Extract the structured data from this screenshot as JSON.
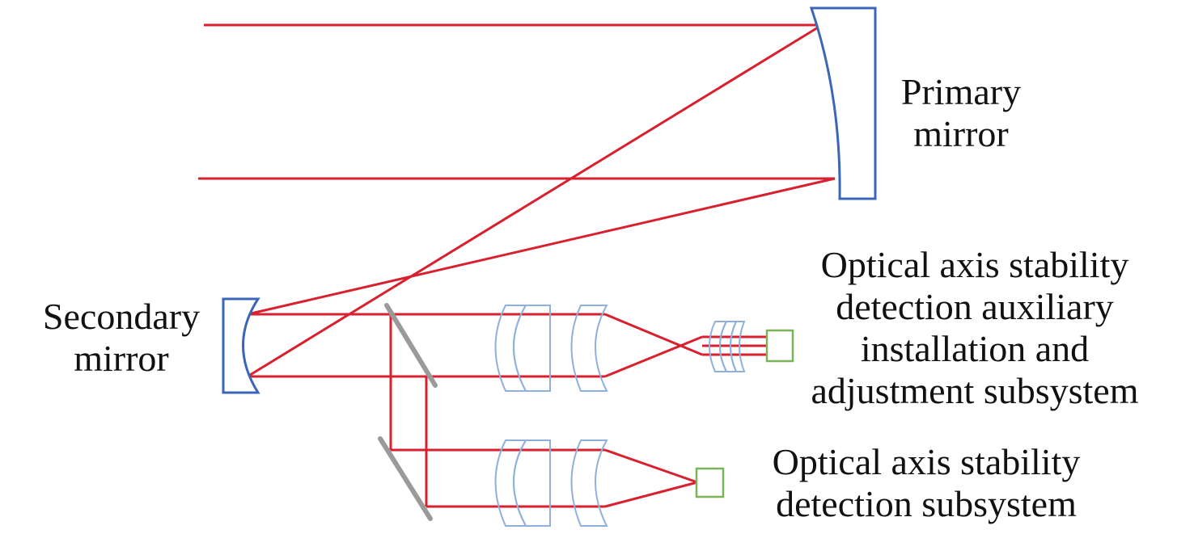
{
  "labels": {
    "primary": [
      "Primary",
      "mirror"
    ],
    "secondary": [
      "Secondary",
      "mirror"
    ],
    "auxiliary": [
      "Optical axis stability",
      "detection auxiliary",
      "installation and",
      "adjustment subsystem"
    ],
    "detection": [
      "Optical axis stability",
      "detection subsystem"
    ]
  },
  "colors": {
    "ray": "#d8202f",
    "mirror": "#3b66b8",
    "lens": "#8fb0dc",
    "beam_splitter": "#9a9a9a",
    "detector": "#7ab35a",
    "text": "#111111"
  }
}
